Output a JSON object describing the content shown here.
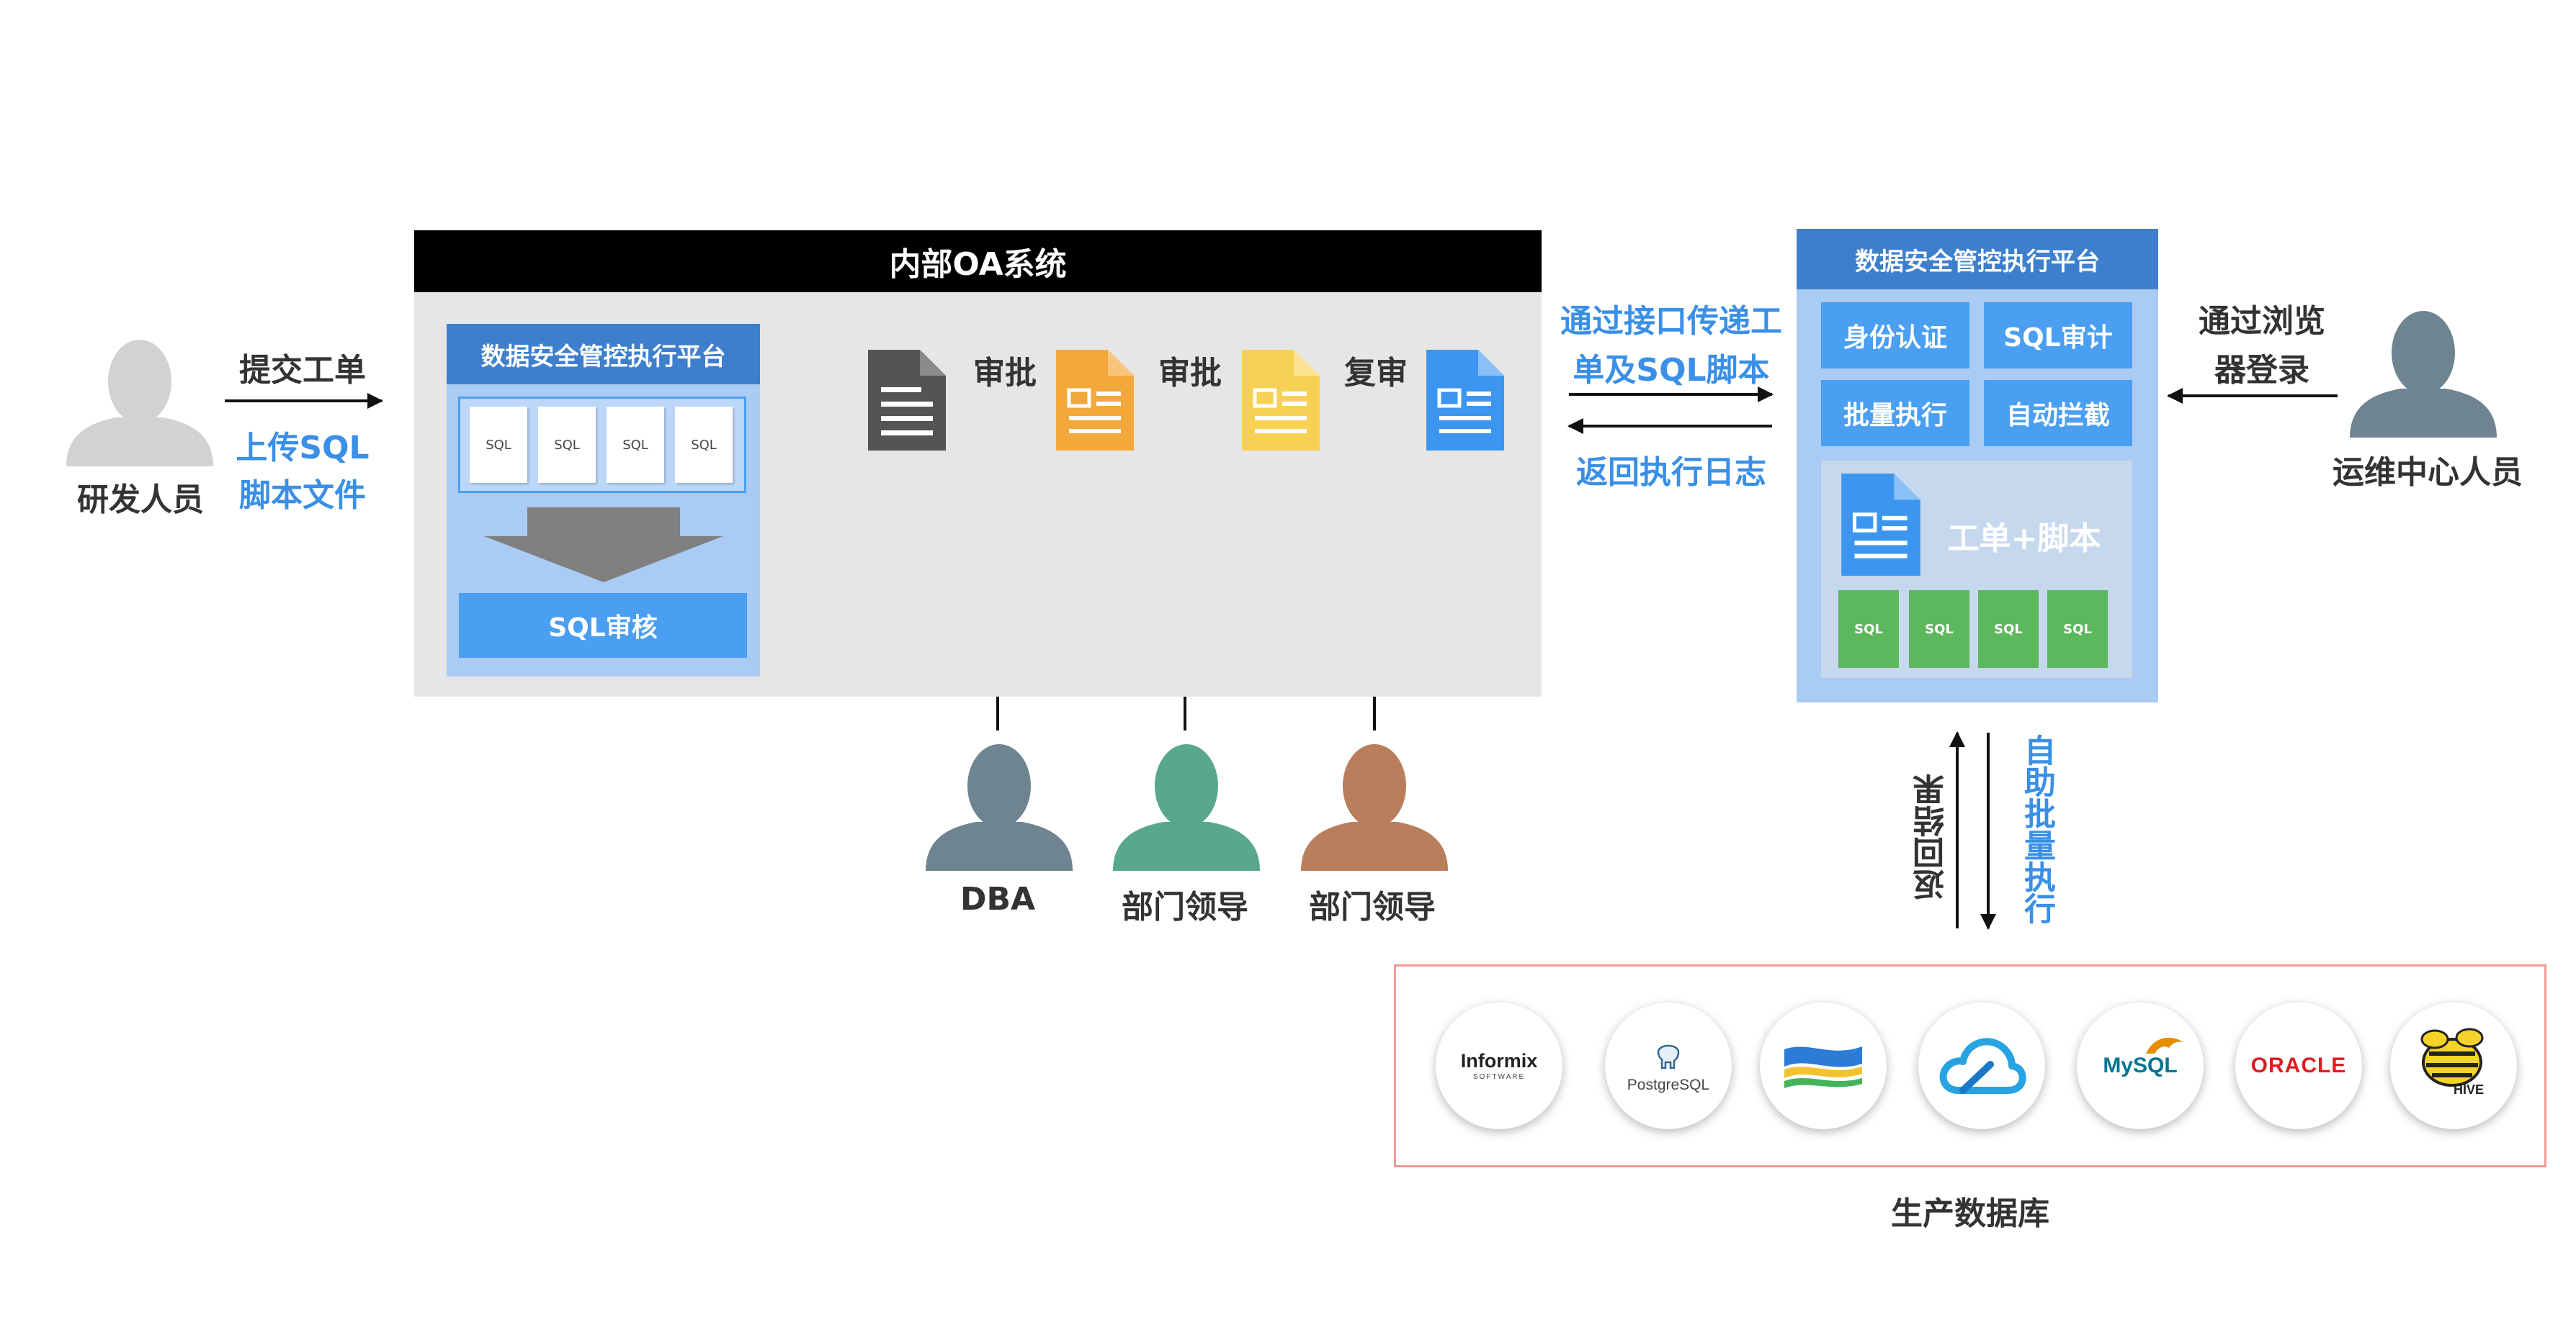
{
  "left_actor": {
    "name": "研发人员",
    "action": "提交工单",
    "upload_line1": "上传SQL",
    "upload_line2": "脚本文件"
  },
  "oa": {
    "title": "内部OA系统",
    "platform_title": "数据安全管控执行平台",
    "sql_labels": [
      "SQL",
      "SQL",
      "SQL",
      "SQL"
    ],
    "review_button": "SQL审核",
    "steps": [
      "审批",
      "审批",
      "复审"
    ]
  },
  "approvers": [
    {
      "name": "DBA",
      "color": "#6e8591"
    },
    {
      "name": "部门领导",
      "color": "#5aa88b"
    },
    {
      "name": "部门领导",
      "color": "#b97e5b"
    }
  ],
  "doc_colors": [
    "#545454",
    "#f2a83a",
    "#f7d153",
    "#3c96f0"
  ],
  "link": {
    "forward_line1": "通过接口传递工",
    "forward_line2": "单及SQL脚本",
    "back": "返回执行日志"
  },
  "platform": {
    "title": "数据安全管控执行平台",
    "features": [
      "身份认证",
      "SQL审计",
      "批量执行",
      "自动拦截"
    ],
    "bundle_label": "工单+脚本",
    "sql_labels": [
      "SQL",
      "SQL",
      "SQL",
      "SQL"
    ]
  },
  "right_actor": {
    "name": "运维中心人员",
    "action_line1": "通过浏览",
    "action_line2": "器登录"
  },
  "db_link": {
    "up": "返回结果",
    "down": "自助批量执行"
  },
  "databases": {
    "label": "生产数据库",
    "logos": [
      {
        "name": "Informix",
        "sub": "SOFTWARE"
      },
      {
        "name": "PostgreSQL"
      },
      {
        "name": ""
      },
      {
        "name": ""
      },
      {
        "name": "MySQL"
      },
      {
        "name": "ORACLE"
      },
      {
        "name": "HIVE"
      }
    ]
  }
}
